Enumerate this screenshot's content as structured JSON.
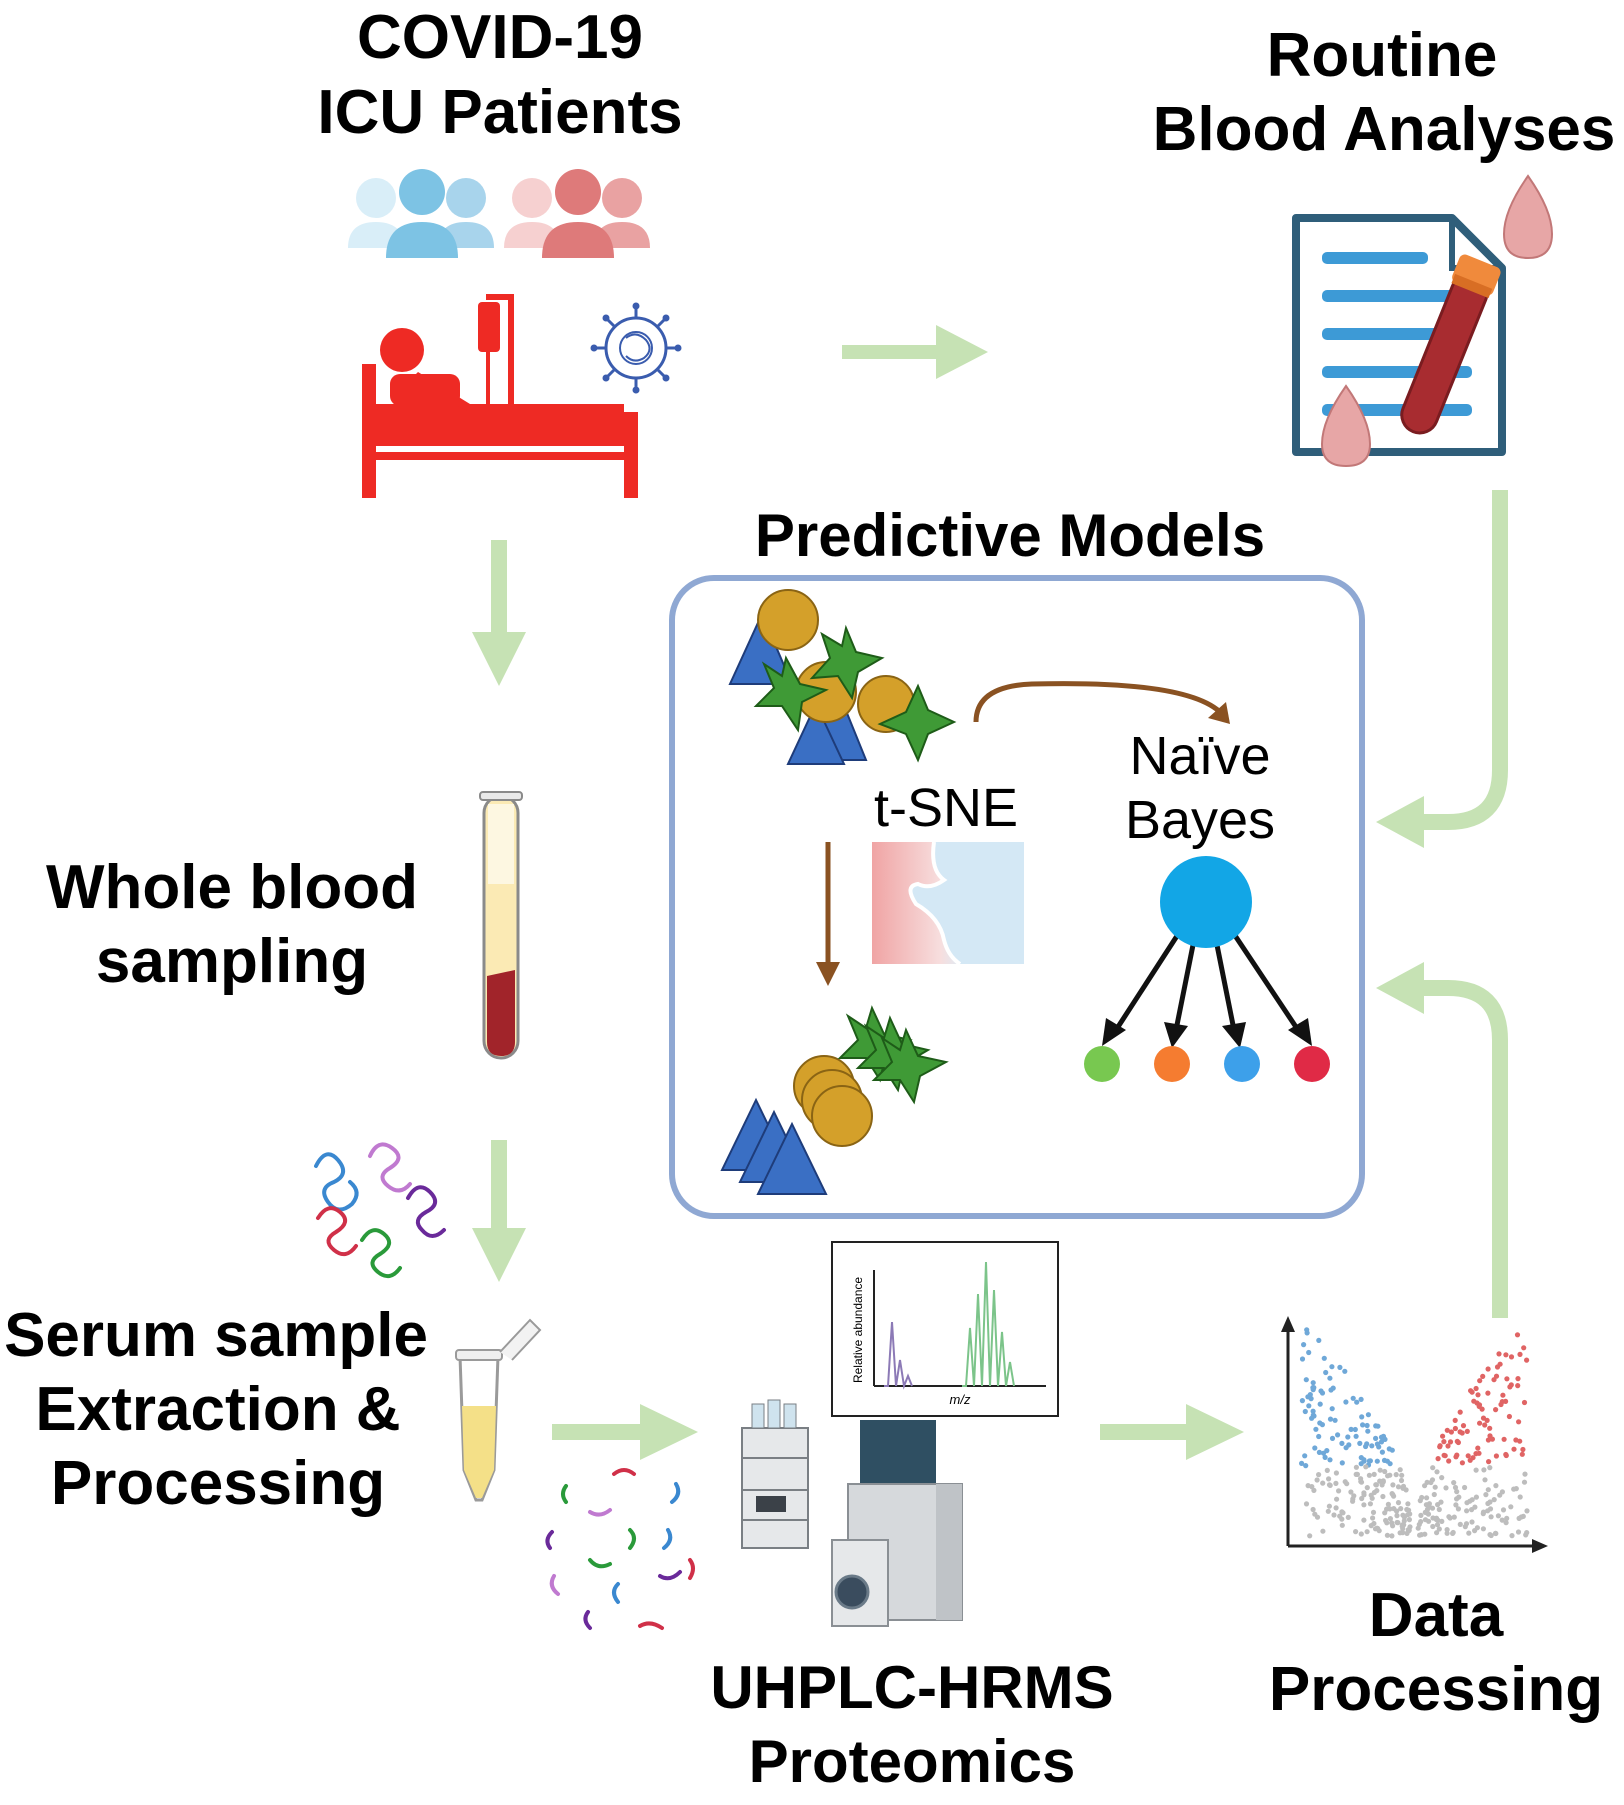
{
  "labels": {
    "covid_line1": "COVID-19",
    "covid_line2": "ICU Patients",
    "routine_line1": "Routine",
    "routine_line2": "Blood Analyses",
    "predictive_models": "Predictive Models",
    "tsne": "t-SNE",
    "naive_line1": "Naïve",
    "naive_line2": "Bayes",
    "whole_line1": "Whole blood",
    "whole_line2": "sampling",
    "serum_line1": "Serum sample",
    "serum_line2": "Extraction &",
    "serum_line3": "Processing",
    "uhplc_line1": "UHPLC-HRMS",
    "uhplc_line2": "Proteomics",
    "data_line1": "Data",
    "data_line2": "Processing"
  },
  "spectrum": {
    "ylabel": "Relative abundance",
    "xlabel": "m/z"
  },
  "colors": {
    "arrow": "#c6e2b4",
    "box_border": "#8fa8d3",
    "bed_red": "#ee2a24",
    "triangle": "#3a6fc4",
    "circle": "#d4a02a",
    "star": "#3f9a36",
    "bayes_root": "#12a6e6",
    "leaf_green": "#78c850",
    "leaf_orange": "#f57c30",
    "leaf_blue": "#3da0ea",
    "leaf_red": "#e02a46",
    "brown_arrow": "#8a5222",
    "volcano_blue": "#6fa8d8",
    "volcano_red": "#e06464",
    "volcano_grey": "#bdbdbd"
  }
}
